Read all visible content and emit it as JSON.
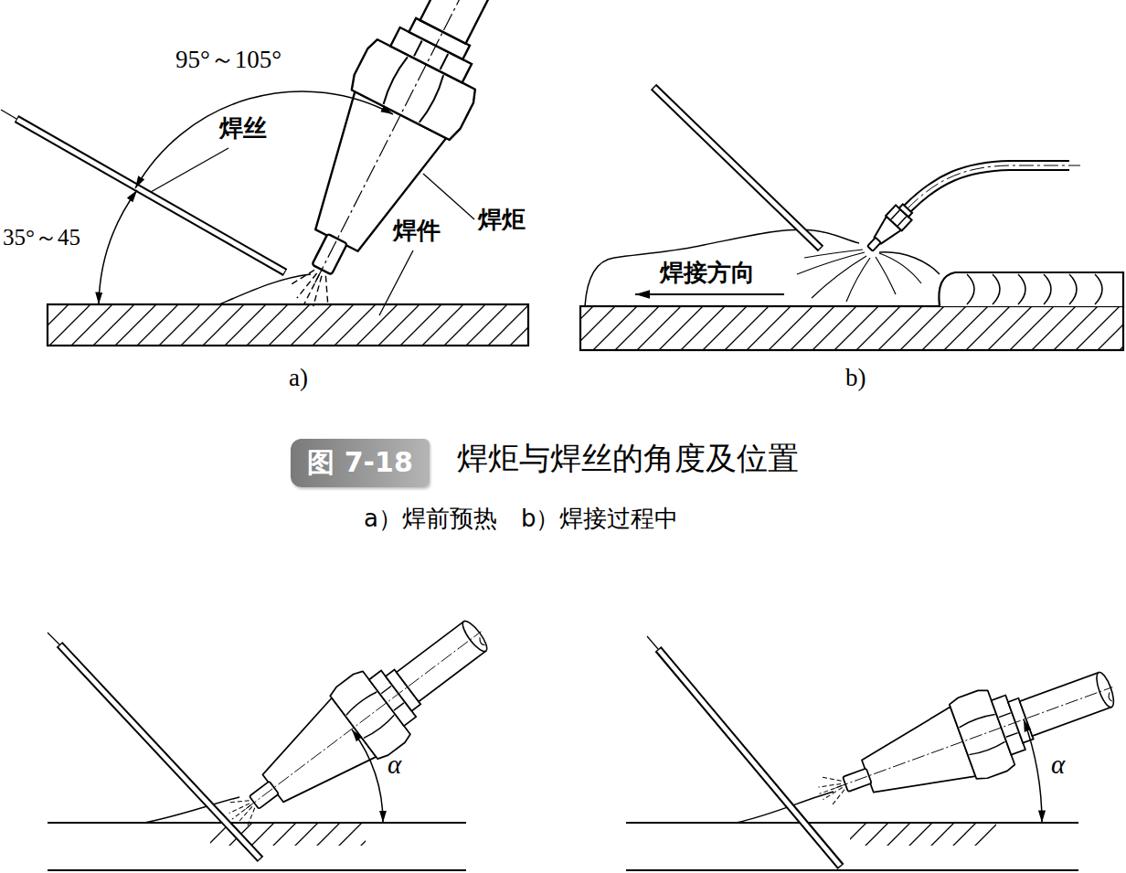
{
  "diagram": {
    "title": "焊炬与焊丝的角度及位置",
    "caption": "a）焊前预热　b）焊接过程中",
    "nodes": [
      {
        "text": [
          "图 7-18"
        ]
      }
    ],
    "labels": [
      "95°～105°",
      "焊丝",
      "35°～45",
      "焊件",
      "焊炬",
      "a)",
      "焊接方向",
      "b)",
      "α",
      "α"
    ]
  }
}
